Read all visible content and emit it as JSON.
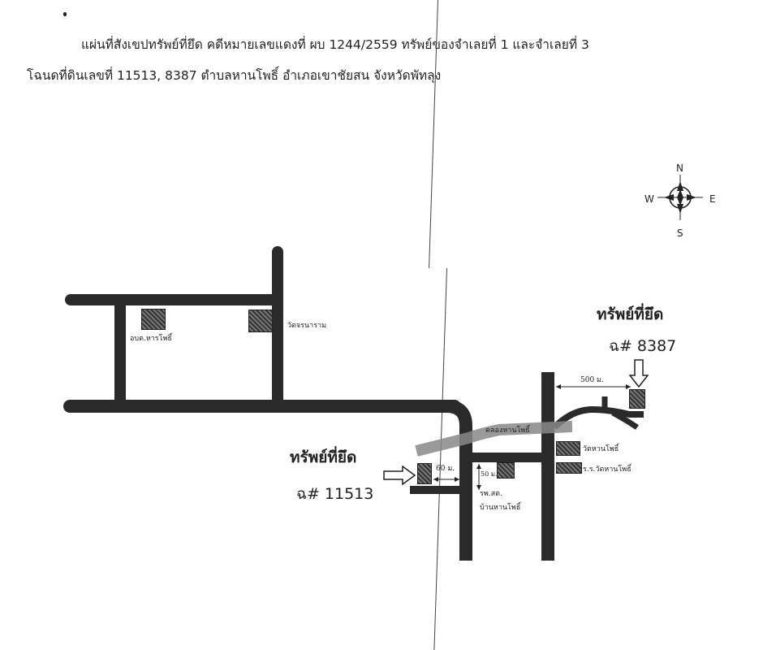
{
  "title": {
    "line1": "แผ่นที่สังเขปทรัพย์ที่ยึด  คดีหมายเลขแดงที่ ผบ 1244/2559  ทรัพย์ของจำเลยที่ 1 และจำเลยที่ 3",
    "line2": "โฉนดที่ดินเลขที่ 11513, 8387  ตำบลหานโพธิ์  อำเภอเขาชัยสน  จังหวัดพัทลุง"
  },
  "compass": {
    "n": "N",
    "s": "S",
    "e": "E",
    "w": "W"
  },
  "places": {
    "obt": "อบต.หารโพธิ์",
    "wat_chon": "วัดจรนาราม",
    "wat_han_pho": "วัดหานโพธิ์",
    "school": "ร.ร.วัดหานโพธิ์",
    "hospital_1": "รพ.สต.",
    "hospital_2": "บ้านหานโพธิ์",
    "canal": "คลองหานโพธิ์"
  },
  "distances": {
    "d500": "500 ม.",
    "d60": "60 ม.",
    "d50": "50 ม."
  },
  "properties": {
    "seized_label_1": "ทรัพย์ที่ยึด",
    "deed_1": "ฉ# 8387",
    "seized_label_2": "ทรัพย์ที่ยึด",
    "deed_2": "ฉ# 11513"
  }
}
